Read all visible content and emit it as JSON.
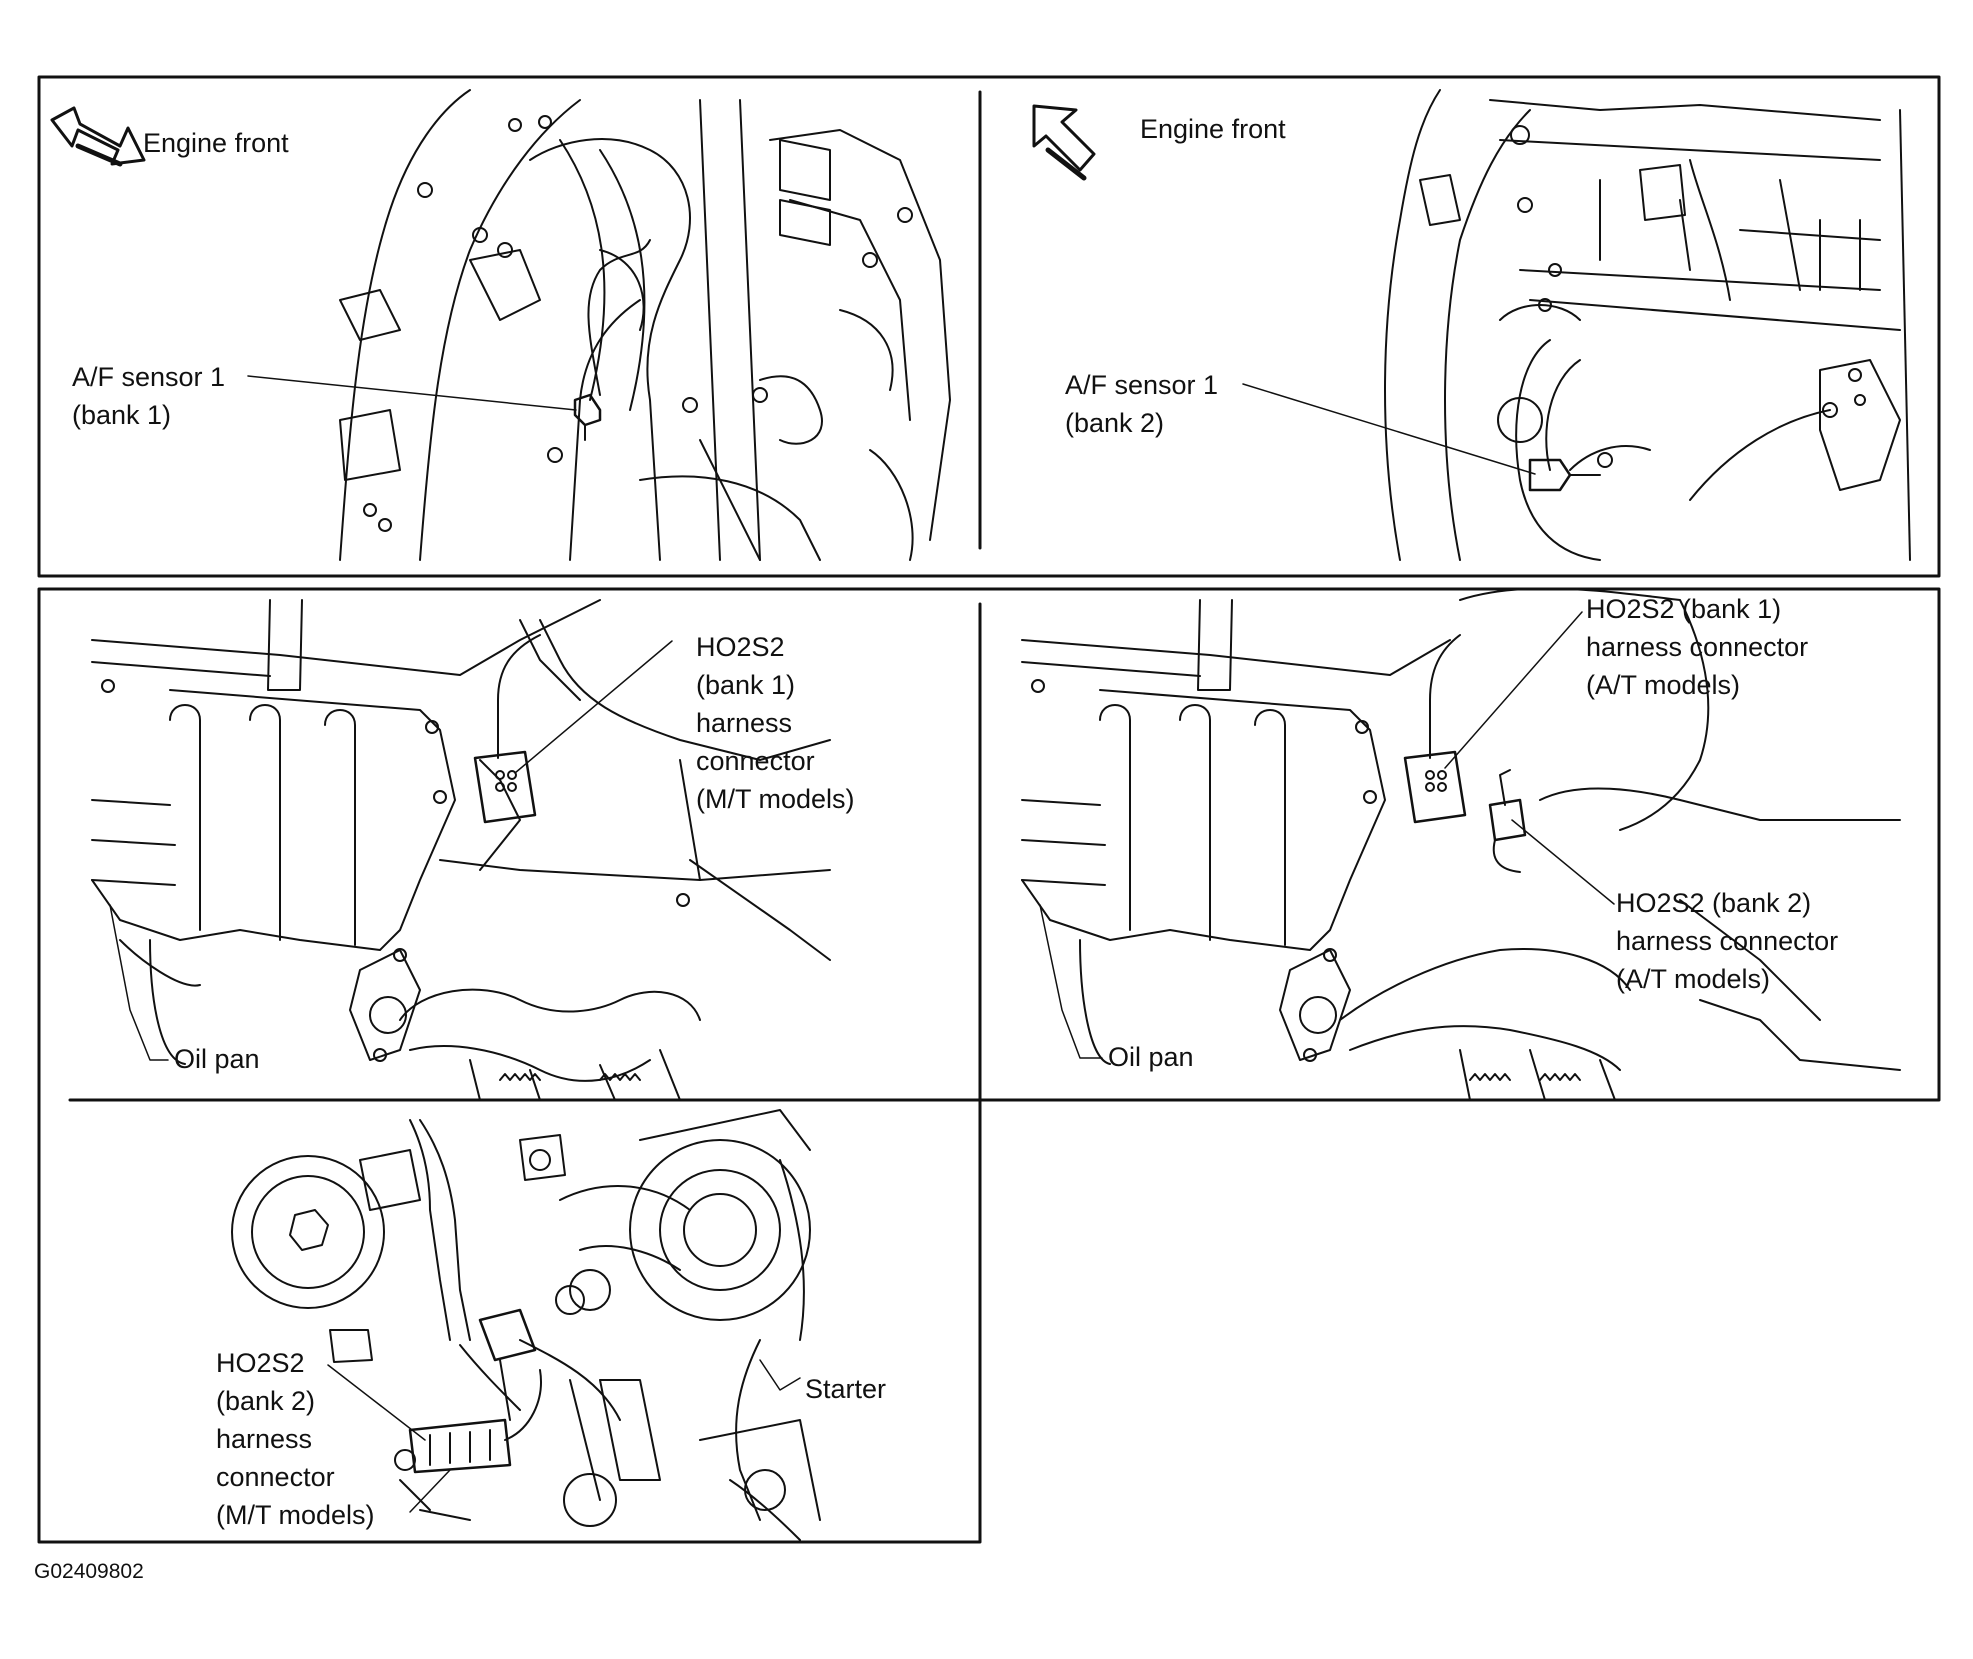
{
  "panels": {
    "top_left": {
      "direction_label": "Engine front",
      "sensor_label": [
        "A/F sensor 1",
        "(bank 1)"
      ]
    },
    "top_right": {
      "direction_label": "Engine front",
      "sensor_label": [
        "A/F sensor 1",
        "(bank 2)"
      ]
    },
    "middle_left": {
      "connector_label": [
        "HO2S2",
        "(bank 1)",
        "harness",
        "connector",
        "(M/T models)"
      ],
      "oil_pan_label": "Oil pan"
    },
    "middle_right": {
      "connector_bank1_label": [
        "HO2S2 (bank 1)",
        "harness connector",
        "(A/T models)"
      ],
      "connector_bank2_label": [
        "HO2S2 (bank 2)",
        "harness connector",
        "(A/T models)"
      ],
      "oil_pan_label": "Oil pan"
    },
    "bottom_left": {
      "connector_label": [
        "HO2S2",
        "(bank 2)",
        "harness",
        "connector",
        "(M/T models)"
      ],
      "starter_label": "Starter"
    }
  },
  "figure_id": "G02409802"
}
